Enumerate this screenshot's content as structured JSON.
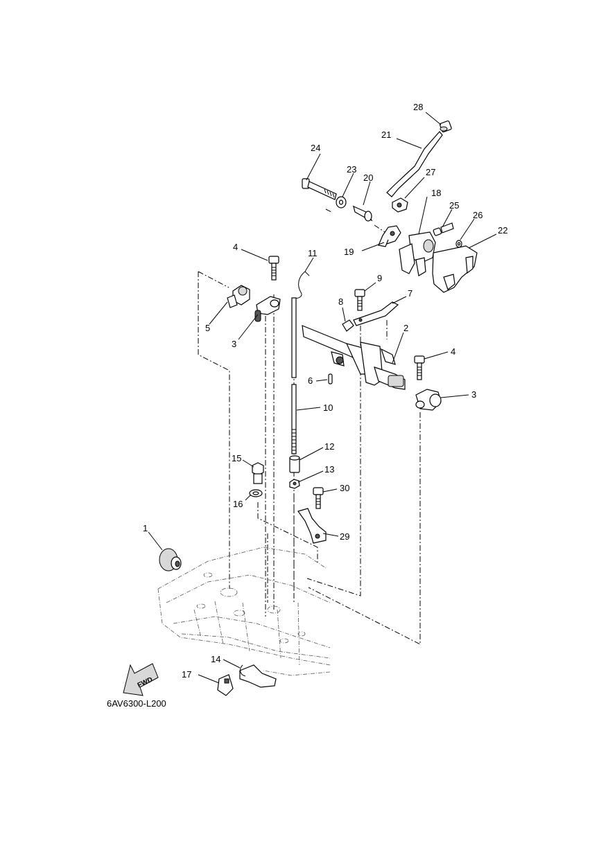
{
  "diagram": {
    "drawing_code": "6AV6300-L200",
    "fwd_label": "FWD",
    "callouts": [
      {
        "id": "c1",
        "text": "1"
      },
      {
        "id": "c2",
        "text": "2"
      },
      {
        "id": "c3a",
        "text": "3"
      },
      {
        "id": "c3b",
        "text": "3"
      },
      {
        "id": "c4a",
        "text": "4"
      },
      {
        "id": "c4b",
        "text": "4"
      },
      {
        "id": "c5",
        "text": "5"
      },
      {
        "id": "c6",
        "text": "6"
      },
      {
        "id": "c7",
        "text": "7"
      },
      {
        "id": "c8",
        "text": "8"
      },
      {
        "id": "c9",
        "text": "9"
      },
      {
        "id": "c10",
        "text": "10"
      },
      {
        "id": "c11",
        "text": "11"
      },
      {
        "id": "c12",
        "text": "12"
      },
      {
        "id": "c13",
        "text": "13"
      },
      {
        "id": "c14",
        "text": "14"
      },
      {
        "id": "c15",
        "text": "15"
      },
      {
        "id": "c16",
        "text": "16"
      },
      {
        "id": "c17",
        "text": "17"
      },
      {
        "id": "c18",
        "text": "18"
      },
      {
        "id": "c19",
        "text": "19"
      },
      {
        "id": "c20",
        "text": "20"
      },
      {
        "id": "c21",
        "text": "21"
      },
      {
        "id": "c22",
        "text": "22"
      },
      {
        "id": "c23",
        "text": "23"
      },
      {
        "id": "c24",
        "text": "24"
      },
      {
        "id": "c25",
        "text": "25"
      },
      {
        "id": "c26",
        "text": "26"
      },
      {
        "id": "c27",
        "text": "27"
      },
      {
        "id": "c28",
        "text": "28"
      },
      {
        "id": "c29",
        "text": "29"
      },
      {
        "id": "c30",
        "text": "30"
      }
    ]
  }
}
